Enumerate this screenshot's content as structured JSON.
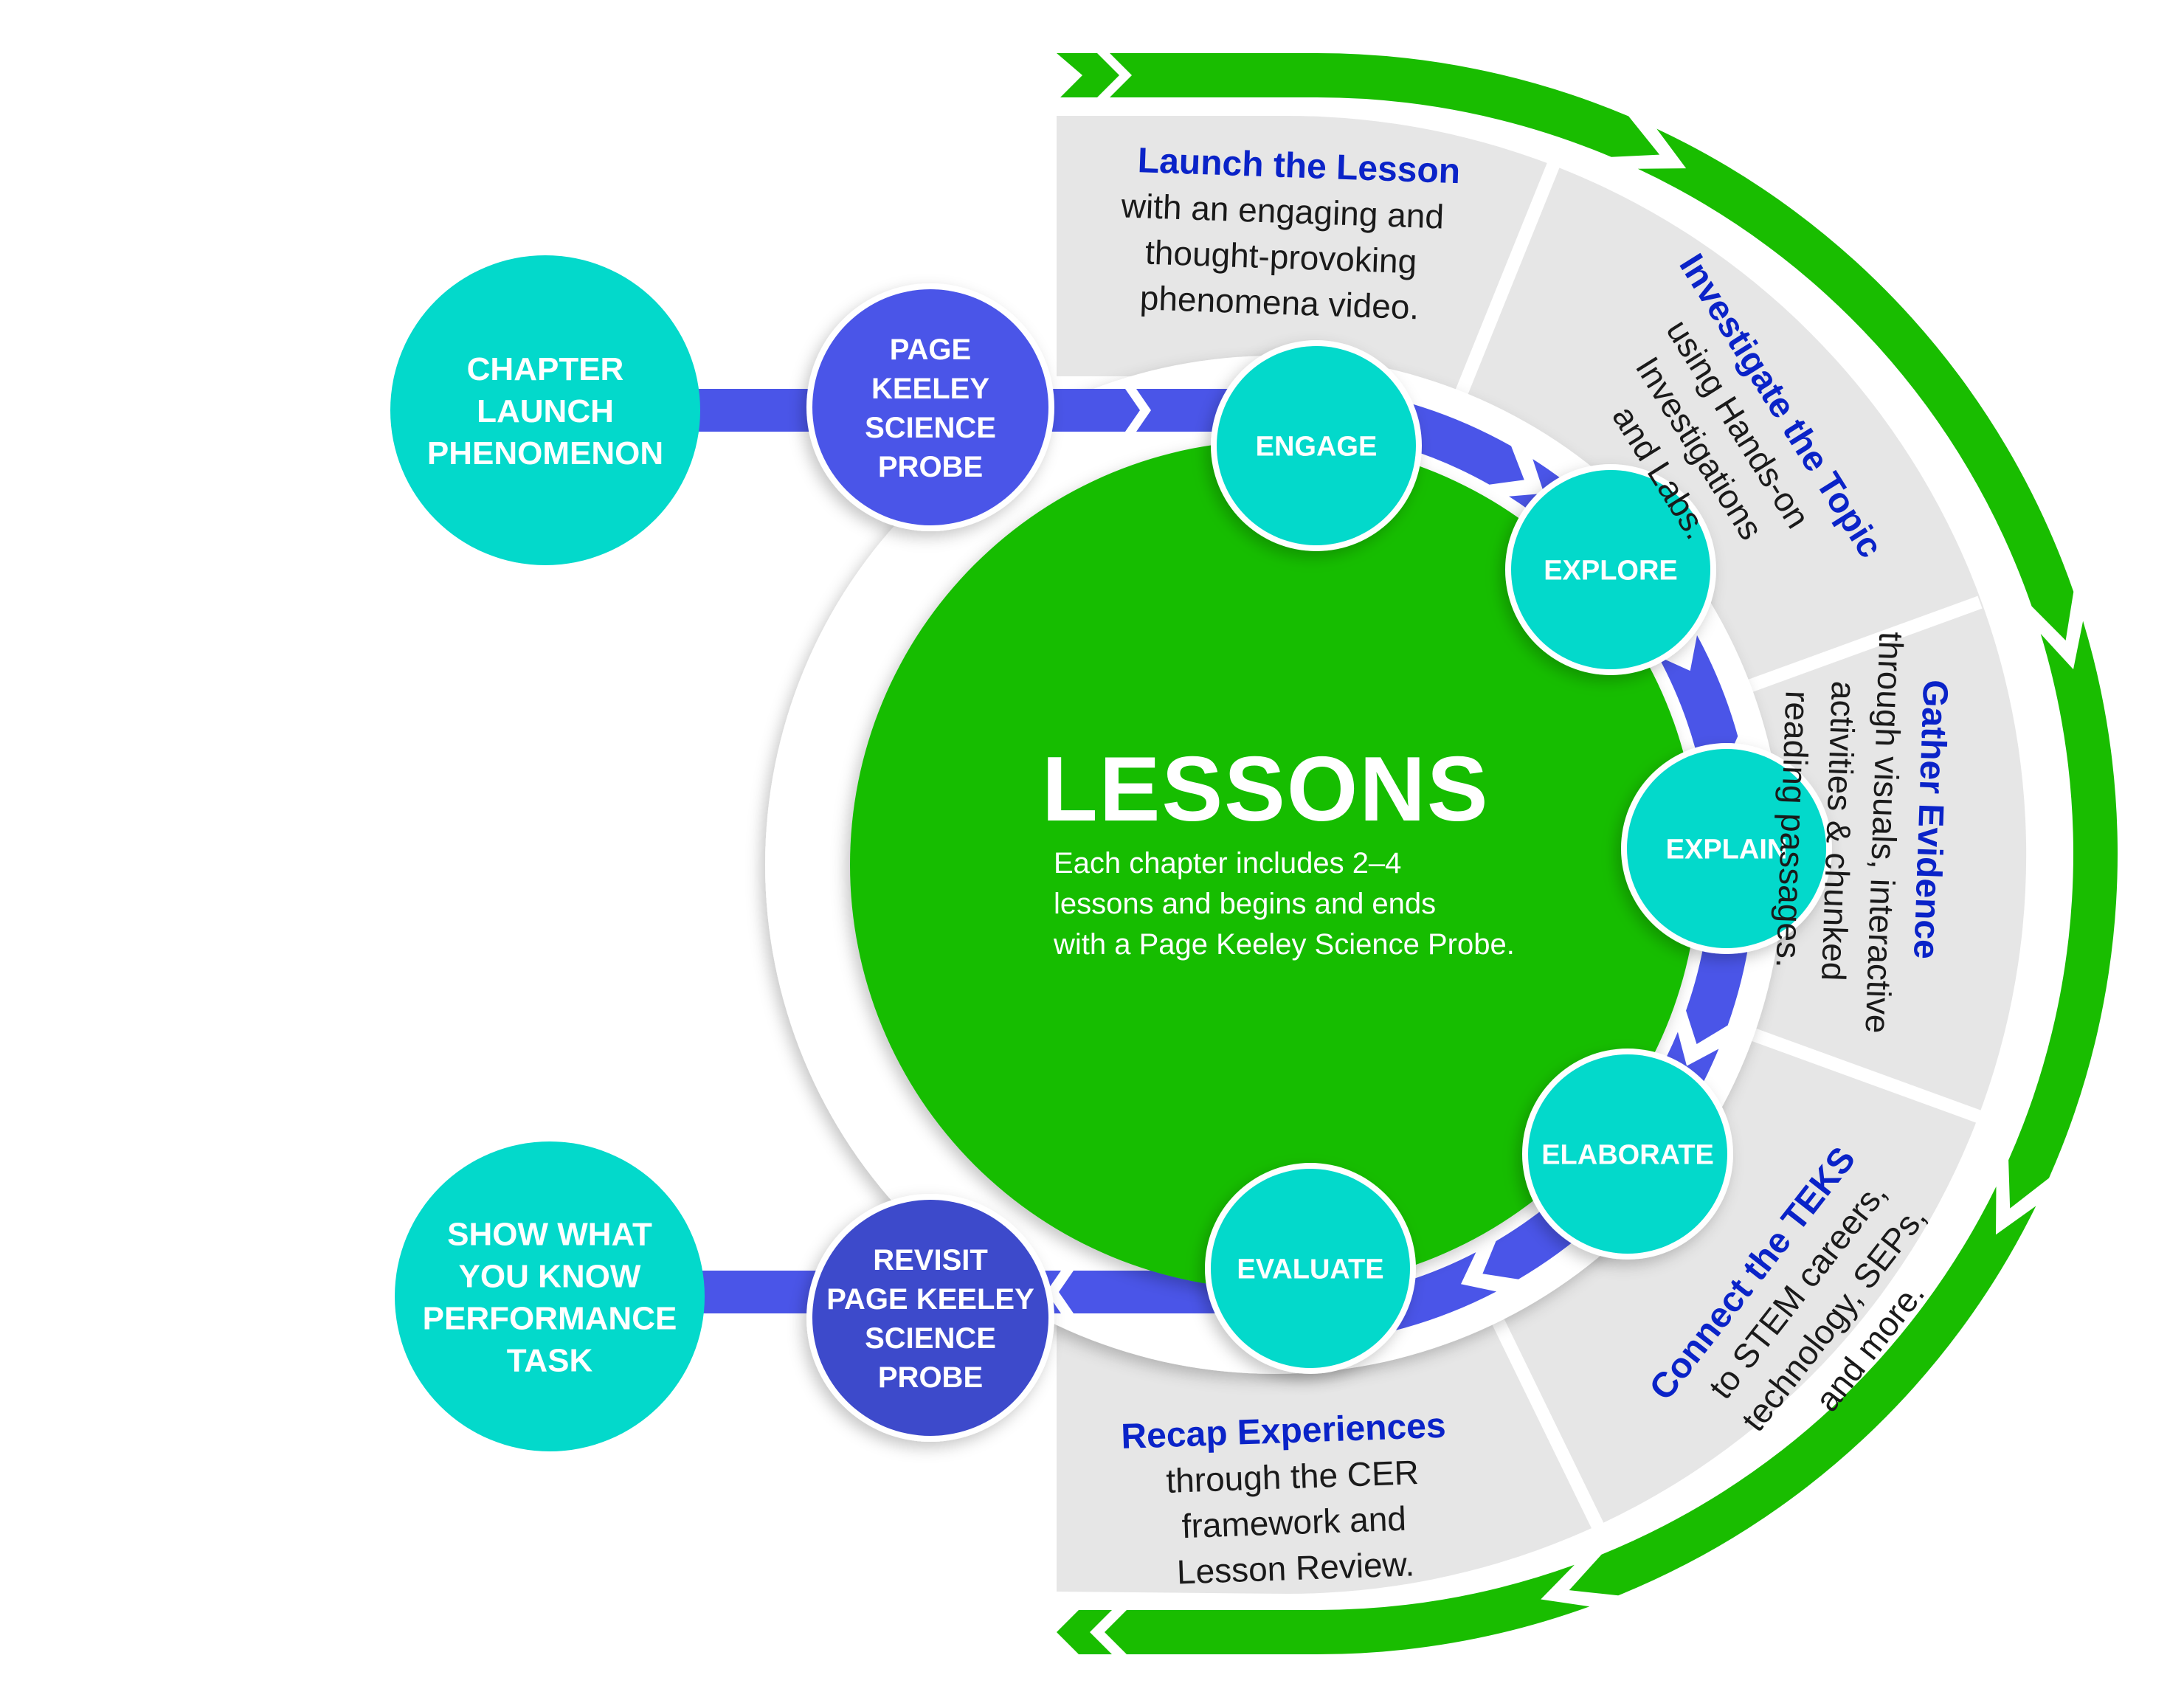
{
  "diagram": {
    "title": "Lesson Cycle",
    "colors": {
      "outer_arrow_green": "#19bd00",
      "center_green": "#19bd00",
      "teal_node": "#03d9cb",
      "probe_blue": "#4a55e8",
      "revisit_blue": "#3d4acb",
      "ring_blue": "#4a55e8",
      "panel_gray": "#e6e6e6",
      "heading_blue": "#0a23c8",
      "body_text": "#1a1a1a"
    },
    "center": {
      "title": "LESSONS",
      "body_lines": [
        "Each chapter includes 2–4",
        "lessons and begins and ends",
        "with a Page Keeley Science Probe."
      ]
    },
    "entry_nodes": [
      {
        "id": "chapter-launch",
        "lines": [
          "CHAPTER",
          "LAUNCH",
          "PHENOMENON"
        ]
      },
      {
        "id": "page-keeley-probe",
        "lines": [
          "PAGE",
          "KEELEY",
          "SCIENCE",
          "PROBE"
        ]
      }
    ],
    "exit_nodes": [
      {
        "id": "revisit-probe",
        "lines": [
          "REVISIT",
          "PAGE KEELEY",
          "SCIENCE",
          "PROBE"
        ]
      },
      {
        "id": "show-what-you-know",
        "lines": [
          "SHOW WHAT",
          "YOU KNOW",
          "PERFORMANCE",
          "TASK"
        ]
      }
    ],
    "cycle_nodes": [
      {
        "id": "engage",
        "label": "ENGAGE"
      },
      {
        "id": "explore",
        "label": "EXPLORE"
      },
      {
        "id": "explain",
        "label": "EXPLAIN"
      },
      {
        "id": "elaborate",
        "label": "ELABORATE"
      },
      {
        "id": "evaluate",
        "label": "EVALUATE"
      }
    ],
    "panels": [
      {
        "id": "launch",
        "heading": "Launch the Lesson",
        "body": [
          "with an engaging and",
          "thought-provoking",
          "phenomena video."
        ]
      },
      {
        "id": "investigate",
        "heading": "Investigate the Topic",
        "body": [
          "using Hands-on",
          "Investigations",
          "and Labs."
        ]
      },
      {
        "id": "gather",
        "heading": "Gather Evidence",
        "body": [
          "through visuals, interactive",
          "activities & chunked",
          "reading passages."
        ]
      },
      {
        "id": "connect",
        "heading": "Connect the TEKS",
        "body": [
          "to STEM careers,",
          "technology, SEPs,",
          "and more."
        ]
      },
      {
        "id": "recap",
        "heading": "Recap Experiences",
        "body": [
          "through the CER",
          "framework and",
          "Lesson Review."
        ]
      }
    ]
  }
}
